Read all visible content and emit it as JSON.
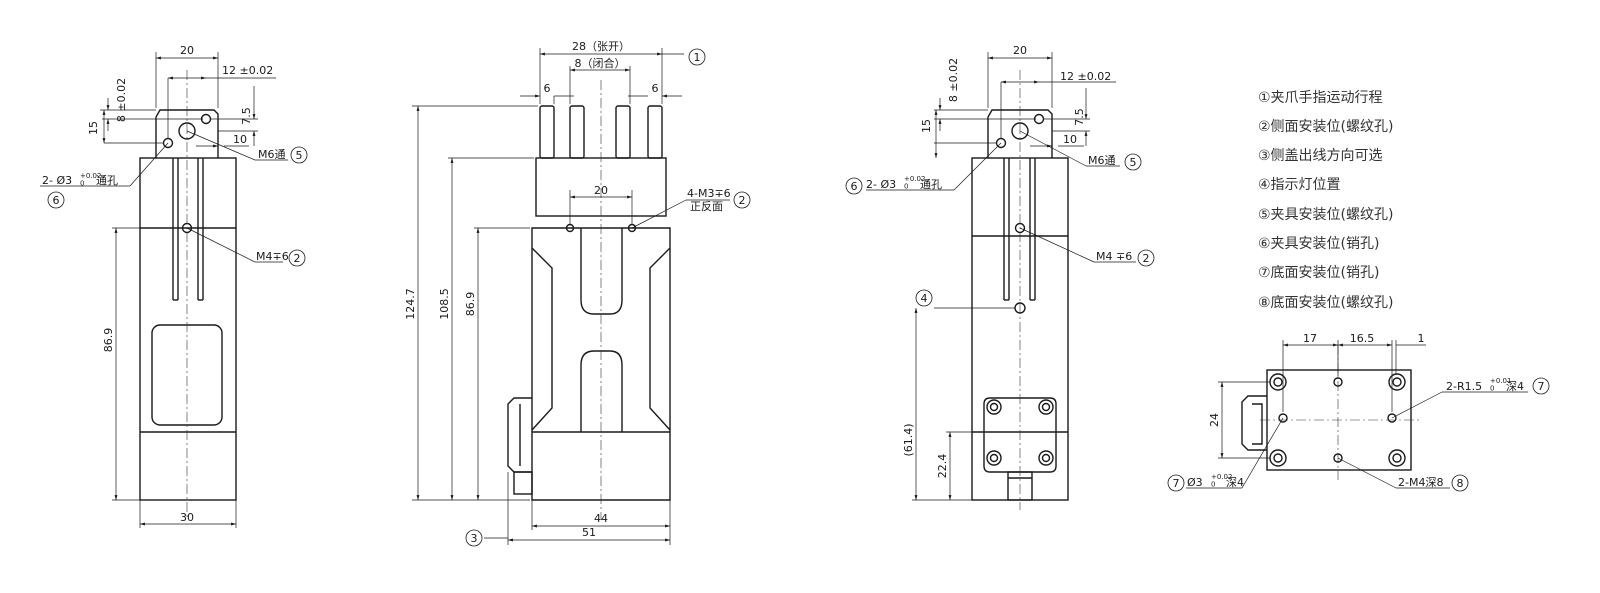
{
  "front": {
    "dim_top": "20",
    "dim_12": "12 ±0.02",
    "dim_8": "8 ±0.02",
    "dim_15": "15",
    "dim_75": "7.5",
    "dim_10": "10",
    "dim_869": "86.9",
    "dim_30": "30",
    "label_m6": "M6通",
    "label_m4": "M4∓6",
    "label_pin_a": "2- Ø3",
    "label_pin_tol": "+0.02\n0",
    "label_pin_b": "通孔",
    "num_5": "5",
    "num_2": "2",
    "num_6": "6"
  },
  "side": {
    "dim_28": "28（张开）",
    "dim_8": "8（闭合）",
    "dim_6a": "6",
    "dim_6b": "6",
    "dim_20": "20",
    "dim_1247": "124.7",
    "dim_1085": "108.5",
    "dim_869": "86.9",
    "dim_44": "44",
    "dim_51": "51",
    "label_m3": "4-M3∓6",
    "label_m3b": "正反面",
    "num_1": "1",
    "num_2": "2",
    "num_3": "3"
  },
  "back": {
    "dim_top": "20",
    "dim_12": "12 ±0.02",
    "dim_8": "8 ±0.02",
    "dim_15": "15",
    "dim_75": "7.5",
    "dim_10": "10",
    "dim_614": "(61.4)",
    "dim_224": "22.4",
    "label_m6": "M6通",
    "label_m4": "M4 ∓6",
    "label_pin_a": "2- Ø3",
    "label_pin_tol": "+0.02\n0",
    "label_pin_b": "通孔",
    "num_5": "5",
    "num_2": "2",
    "num_6": "6",
    "num_4": "4"
  },
  "bottom": {
    "dim_17": "17",
    "dim_165": "16.5",
    "dim_1": "1",
    "dim_24": "24",
    "label_r15": "2-R1.5",
    "label_r15_tol": "+0.01\n0",
    "label_r15_depth": "深4",
    "label_phi3": "Ø3",
    "label_phi3_tol": "+0.02\n0",
    "label_phi3_depth": "深4",
    "label_m4": "2-M4深8",
    "num_7a": "7",
    "num_7b": "7",
    "num_8": "8"
  },
  "legend": [
    "①夹爪手指运动行程",
    "②侧面安装位(螺纹孔)",
    "③侧盖出线方向可选",
    "④指示灯位置",
    "⑤夹具安装位(螺纹孔)",
    "⑥夹具安装位(销孔)",
    "⑦底面安装位(销孔)",
    "⑧底面安装位(螺纹孔)"
  ]
}
